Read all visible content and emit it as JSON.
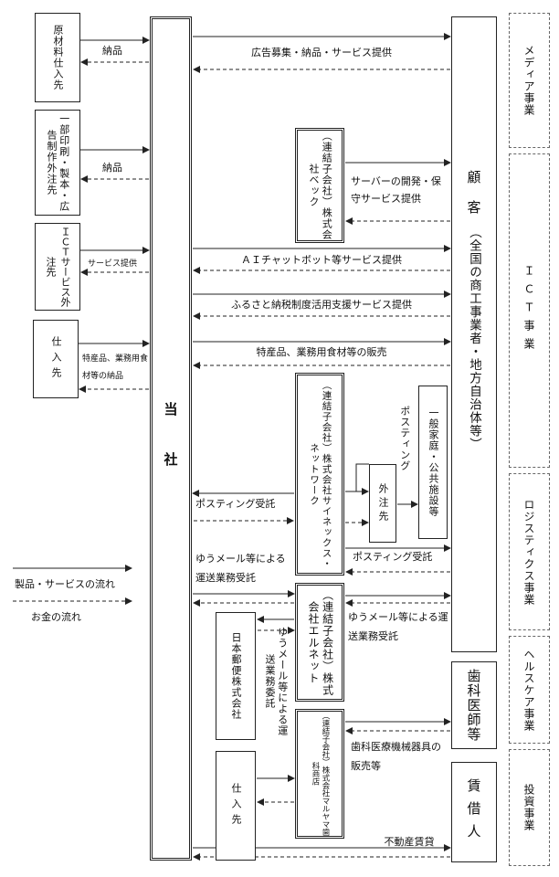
{
  "center": {
    "company": "当社"
  },
  "customer": {
    "title": "顧客",
    "subtitle": "（全国の商工事業者・地方自治体等）"
  },
  "suppliers": {
    "raw_material": "原材料仕入先",
    "print_outsource": "一部印刷・製本・広告制作外注先",
    "ict_service": "ＩＣＴサービス外注先",
    "purchase1": "仕入先",
    "purchase2": "仕入先",
    "outsource_posting": "外注先",
    "japan_post": "日本郵便株式会社"
  },
  "subsidiaries": {
    "bec": "（連結子会社）株式会社ベック",
    "sainex": "（連結子会社）株式会社サイネックス・ネットワーク",
    "elnet": "（連結子会社）株式会社エルネット",
    "maruyama": "（連結子会社）株式会社マルヤマ歯科商店"
  },
  "recipients": {
    "households": "一般家庭・公共施設等",
    "dentists": "歯科医師等",
    "lessee": "賃借人"
  },
  "segments": {
    "media": "メディア事業",
    "ict": "ＩＣＴ事業",
    "logistics": "ロジスティクス事業",
    "healthcare": "ヘルスケア事業",
    "investment": "投資事業"
  },
  "flows": {
    "delivery1": "納品",
    "delivery2": "納品",
    "service_provision": "サービス提供",
    "specialty_delivery": "特産品、業務用食材等の納品",
    "ad": "広告募集・納品・サービス提供",
    "server": "サーバーの開発・保守サービス提供",
    "ai": "ＡＩチャットボット等サービス提供",
    "furusato": "ふるさと納税制度活用支援サービス提供",
    "specialty_sales": "特産品、業務用食材等の販売",
    "posting_order1": "ポスティング受託",
    "posting_order2": "ポスティング受託",
    "posting": "ポスティング",
    "yumail_order1": "ゆうメール等による運送業務受託",
    "yumail_order2": "ゆうメール等による運送業務受託",
    "yumail_commission": "ゆうメール等による運送業務委託",
    "dental_sales": "歯科医療機械器具の販売等",
    "real_estate": "不動産賃貸"
  },
  "legend": {
    "products": "製品・サービスの流れ",
    "money": "お金の流れ"
  }
}
